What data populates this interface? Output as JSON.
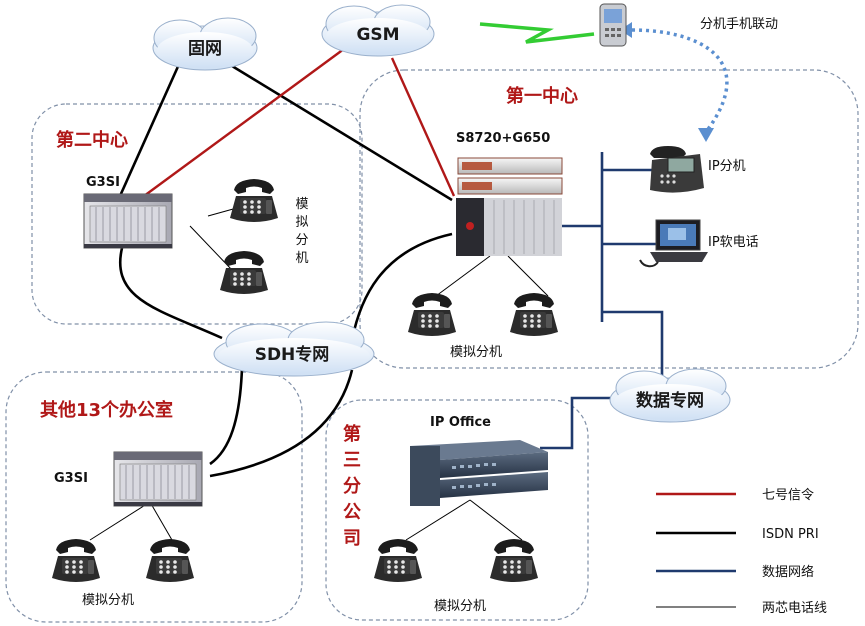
{
  "clouds": {
    "fixed_network": "固网",
    "gsm": "GSM",
    "sdh": "SDH专网",
    "data_network": "数据专网"
  },
  "regions": {
    "center1": "第一中心",
    "center2": "第二中心",
    "offices": "其他13个办公室",
    "branch3": [
      "第",
      "三",
      "分",
      "公",
      "司"
    ]
  },
  "devices": {
    "center1_switch": "S8720+G650",
    "center2_g3si": "G3SI",
    "offices_g3si": "G3SI",
    "branch_ipoffice": "IP Office"
  },
  "labels": {
    "mobile_link": "分机手机联动",
    "ip_phone": "IP分机",
    "ip_softphone": "IP软电话",
    "analog_center2": [
      "模",
      "拟",
      "分",
      "机"
    ],
    "analog_center1": "模拟分机",
    "analog_offices": "模拟分机",
    "analog_branch": "模拟分机"
  },
  "legend": [
    {
      "label": "七号信令",
      "color": "#b01818"
    },
    {
      "label": "ISDN PRI",
      "color": "#000000"
    },
    {
      "label": "数据网络",
      "color": "#1f3a6e"
    },
    {
      "label": "两芯电话线",
      "color": "#000000"
    }
  ],
  "colors": {
    "signaling7": "#b01818",
    "isdn": "#000000",
    "data": "#1f3a6e",
    "wireless": "#33cc33",
    "mobile_link": "#5b8fd0",
    "region_border": "#8090a8"
  }
}
